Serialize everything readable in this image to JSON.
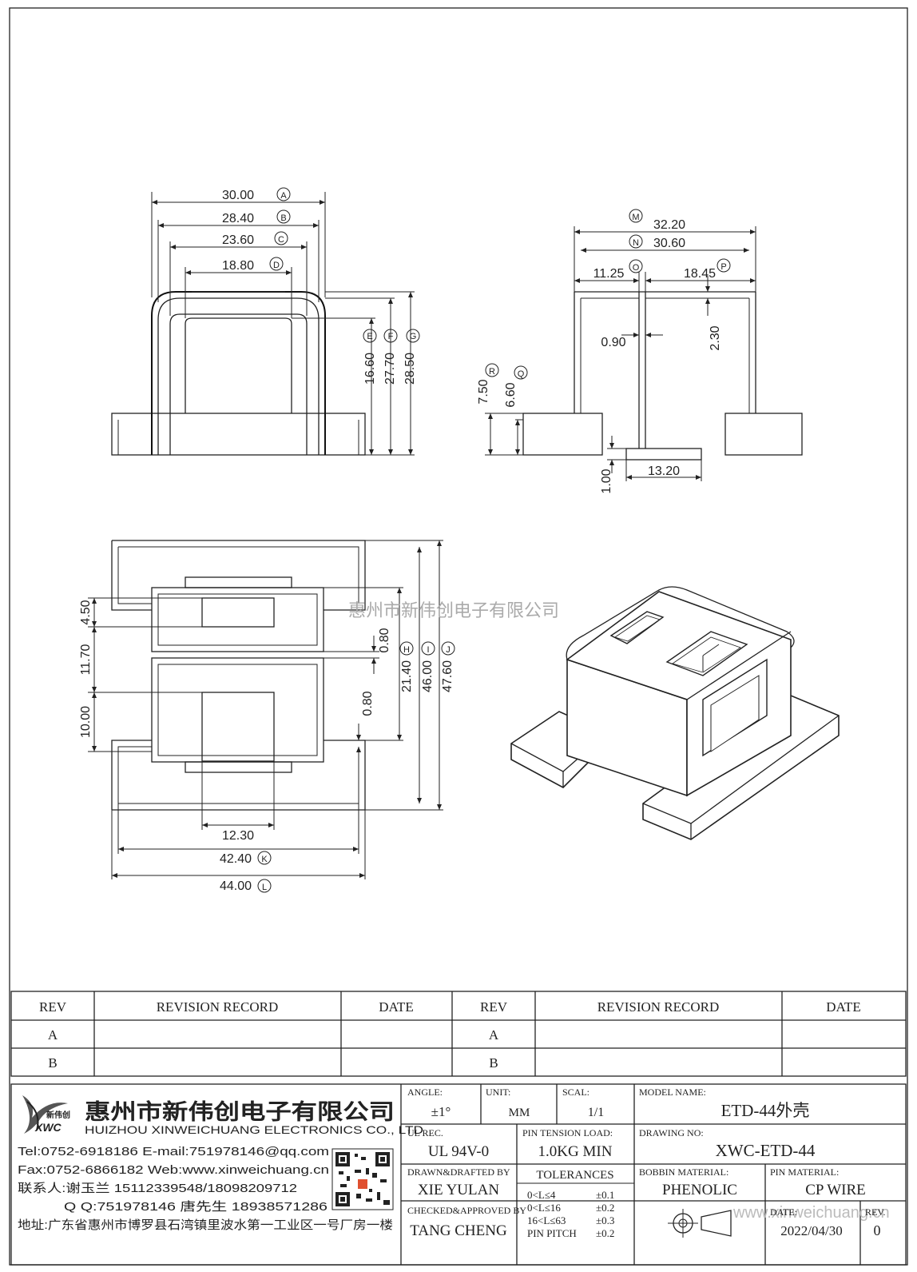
{
  "dimensions": {
    "a": "30.00",
    "b": "28.40",
    "c": "23.60",
    "d": "18.80",
    "e": "16.60",
    "f": "27.70",
    "g": "28.50",
    "m": "32.20",
    "n": "30.60",
    "o": "11.25",
    "p": "18.45",
    "wall": "0.90",
    "tab": "2.30",
    "r": "7.50",
    "q": "6.60",
    "pin_h": "1.00",
    "slot": "13.20",
    "h": "21.40",
    "i": "46.00",
    "j": "47.60",
    "gap": "0.80",
    "gap2": "0.80",
    "top_len": "4.50",
    "mid_len": "11.70",
    "low_len": "10.00",
    "win": "12.30",
    "k": "42.40",
    "l": "44.00"
  },
  "callouts": {
    "a": "A",
    "b": "B",
    "c": "C",
    "d": "D",
    "e": "E",
    "f": "F",
    "g": "G",
    "h": "H",
    "i": "I",
    "j": "J",
    "k": "K",
    "l": "L",
    "m": "M",
    "n": "N",
    "o": "O",
    "p": "P",
    "q": "Q",
    "r": "R"
  },
  "watermark": "惠州市新伟创电子有限公司",
  "revision_table": {
    "headers": [
      "REV",
      "REVISION RECORD",
      "DATE",
      "REV",
      "REVISION RECORD",
      "DATE"
    ],
    "rows": [
      [
        "A",
        "A"
      ],
      [
        "B",
        "B"
      ]
    ]
  },
  "company": {
    "logo_text": "新伟创",
    "logo_abbr": "XWC",
    "name_cn": "惠州市新伟创电子有限公司",
    "name_en": "HUIZHOU XINWEICHUANG ELECTRONICS CO., LTD",
    "tel_email": "Tel:0752-6918186 E-mail:751978146@qq.com",
    "fax_web": "Fax:0752-6866182 Web:www.xinweichuang.cn",
    "contact1": "联系人:谢玉兰 15112339548/18098209712",
    "contact2": "Q Q:751978146    唐先生 18938571286",
    "address": "地址:广东省惠州市博罗县石湾镇里波水第一工业区一号厂房一楼"
  },
  "title_block": {
    "angle_label": "ANGLE:",
    "angle": "±1°",
    "unit_label": "UNIT:",
    "unit": "MM",
    "scale_label": "SCAL:",
    "scale": "1/1",
    "model_label": "MODEL NAME:",
    "model": "ETD-44外壳",
    "ul_label": "UL REC.",
    "ul": "UL 94V-0",
    "pin_tension_label": "PIN TENSION LOAD:",
    "pin_tension": "1.0KG MIN",
    "drawing_label": "DRAWING NO:",
    "drawing": "XWC-ETD-44",
    "drawn_label": "DRAWN&DRAFTED BY",
    "drawn": "XIE YULAN",
    "tolerances_label": "TOLERANCES",
    "tol_lines": [
      "0<L≤4",
      "0<L≤16",
      "16<L≤63",
      "PIN PITCH"
    ],
    "tol_values": [
      "±0.1",
      "±0.2",
      "±0.3",
      "±0.2"
    ],
    "checked_label": "CHECKED&APPROVED BY",
    "checked": "TANG CHENG",
    "bobbin_label": "BOBBIN MATERIAL:",
    "bobbin": "PHENOLIC",
    "pin_material_label": "PIN MATERIAL:",
    "pin_material": "CP WIRE",
    "date_label": "DATE:",
    "date": "2022/04/30",
    "rev_label": "REV.",
    "rev": "0",
    "web_watermark": "www.xinweichuang.cn"
  }
}
